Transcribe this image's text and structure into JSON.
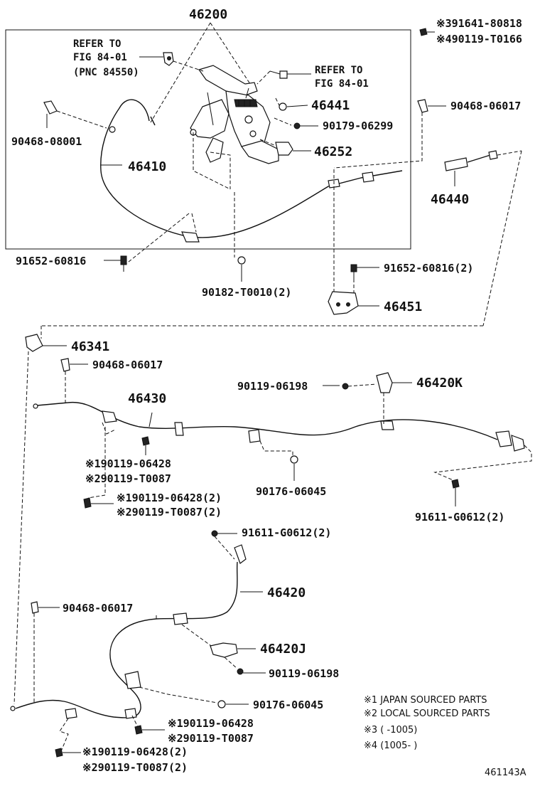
{
  "labels": {
    "p46200": "46200",
    "ref1_a": "REFER TO",
    "ref1_b": "FIG 84-01",
    "ref1_c": "(PNC 84550)",
    "ref2_a": "REFER TO",
    "ref2_b": "FIG 84-01",
    "p91641": "※391641-80818",
    "p90119_t0166": "※490119-T0166",
    "p46441": "46441",
    "p90468_06017_a": "90468-06017",
    "p90179_06299": "90179-06299",
    "p90468_08001": "90468-08001",
    "p46252": "46252",
    "p46410": "46410",
    "p46440": "46440",
    "p91652_60816_a": "91652-60816",
    "p91652_60816_b": "91652-60816(2)",
    "p90182_t0010": "90182-T0010(2)",
    "p46451": "46451",
    "p46341": "46341",
    "p90468_06017_b": "90468-06017",
    "p46430": "46430",
    "p90119_06198_a": "90119-06198",
    "p46420k": "46420K",
    "p90119_06428_a": "※190119-06428",
    "p90119_t0087_a": "※290119-T0087",
    "p90176_06045_a": "90176-06045",
    "p90119_06428_b": "※190119-06428(2)",
    "p90119_t0087_b": "※290119-T0087(2)",
    "p91611_g0612_a": "91611-G0612(2)",
    "p91611_g0612_b": "91611-G0612(2)",
    "p46420": "46420",
    "p90468_06017_c": "90468-06017",
    "p46420j": "46420J",
    "p90119_06198_b": "90119-06198",
    "p90176_06045_b": "90176-06045",
    "p90119_06428_c": "※190119-06428",
    "p90119_t0087_c": "※290119-T0087",
    "p90119_06428_d": "※190119-06428(2)",
    "p90119_t0087_d": "※290119-T0087(2)"
  },
  "notes": {
    "n1": "※1 JAPAN SOURCED PARTS",
    "n2": "※2 LOCAL SOURCED PARTS",
    "n3": "※3 (     -1005)",
    "n4": "※4 (1005-      )"
  },
  "figure_code": "461143A"
}
